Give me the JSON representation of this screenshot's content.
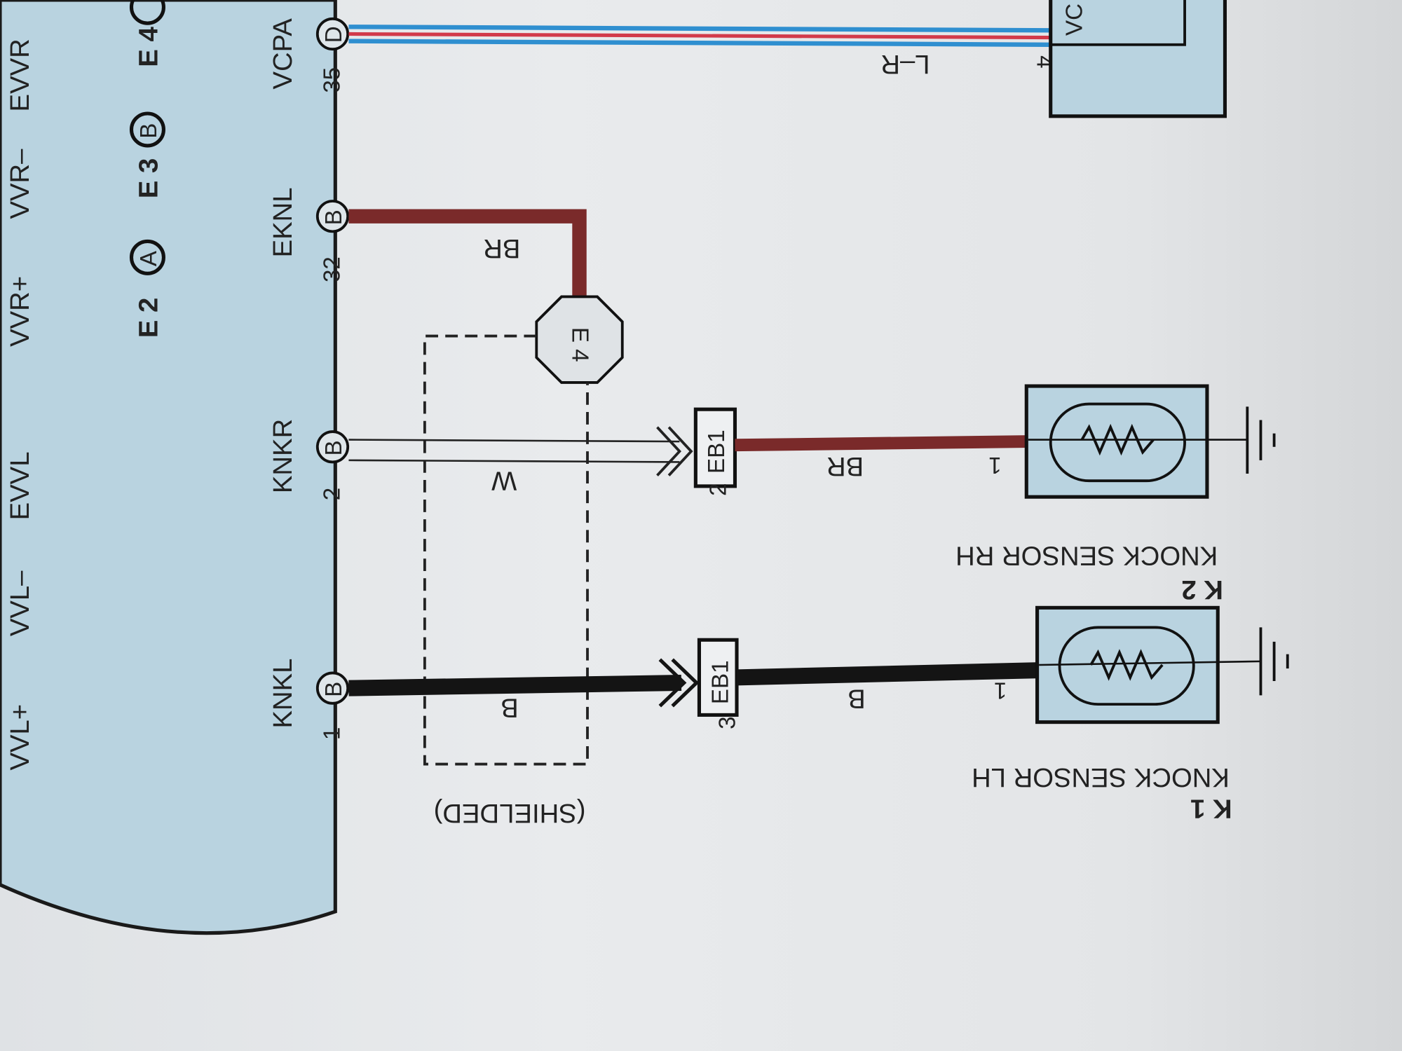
{
  "ecu": {
    "top_signals": [
      "VVL+",
      "VVL–",
      "EVVL",
      "VVR+",
      "VVR–",
      "EVVR"
    ],
    "connector_ref": {
      "parts": [
        "E 2",
        "A",
        "E 3",
        "B",
        "E 4",
        "C"
      ]
    },
    "pins": [
      {
        "signal": "KNKL",
        "number": "1",
        "connector": "B"
      },
      {
        "signal": "KNKR",
        "number": "2",
        "connector": "B"
      },
      {
        "signal": "EKNL",
        "number": "32",
        "connector": "B"
      },
      {
        "signal": "VCPA",
        "number": "35",
        "connector": "D"
      }
    ]
  },
  "wires": {
    "knkl_color": "B",
    "knkl_after_eb1_color": "B",
    "knkr_color": "W",
    "knkr_after_eb1_color": "BR",
    "eknl_color": "BR",
    "vcpa_color": "L–R",
    "vcpa_pin": "4",
    "shield_label": "(SHIELDED)"
  },
  "ground_point": {
    "label": "E 4"
  },
  "junctions": [
    {
      "label": "EB1",
      "pin": "3"
    },
    {
      "label": "EB1",
      "pin": "2"
    }
  ],
  "sensors": [
    {
      "id": "K 1",
      "name": "KNOCK SENSOR LH",
      "pin": "1"
    },
    {
      "id": "K 2",
      "name": "KNOCK SENSOR RH",
      "pin": "1"
    }
  ],
  "right_component": {
    "label": "VC"
  },
  "colors": {
    "ecu_fill": "#b9d3e0",
    "br_wire": "#7a2a2a",
    "black_wire": "#141414",
    "blue": "#2f8fd0",
    "red": "#d23a4a"
  }
}
